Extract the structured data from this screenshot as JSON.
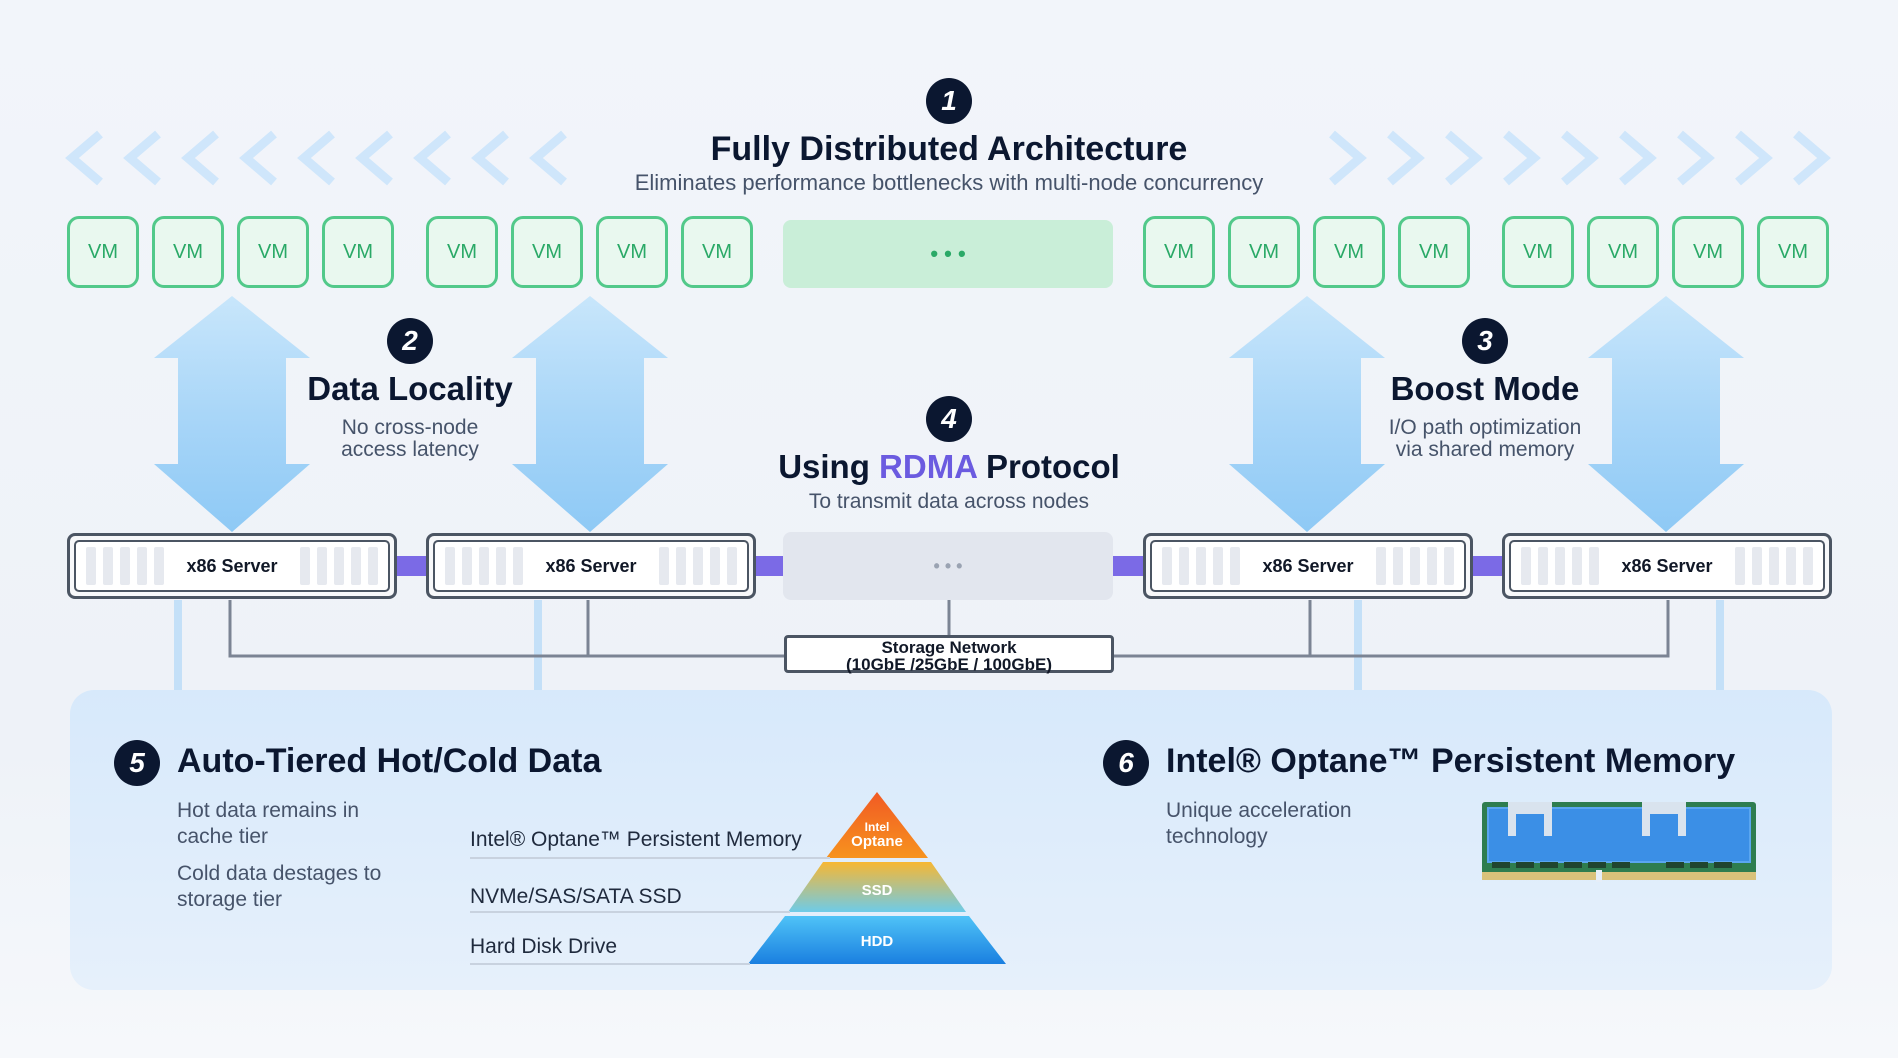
{
  "header": {
    "badge": "1",
    "title": "Fully Distributed Architecture",
    "subtitle": "Eliminates performance bottlenecks with multi-node concurrency"
  },
  "vm_label": "VM",
  "ellipsis": "• • •",
  "data_locality": {
    "badge": "2",
    "title": "Data Locality",
    "line1": "No cross-node",
    "line2": "access latency"
  },
  "boost_mode": {
    "badge": "3",
    "title": "Boost Mode",
    "line1": "I/O path optimization",
    "line2": "via shared memory"
  },
  "rdma": {
    "badge": "4",
    "title_pre": "Using ",
    "title_highlight": "RDMA",
    "title_post": " Protocol",
    "subtitle": "To transmit data across nodes"
  },
  "server_label": "x86 Server",
  "storage_network": {
    "line1": "Storage Network",
    "line2": "(10GbE /25GbE / 100GbE)"
  },
  "tiered": {
    "badge": "5",
    "title": "Auto-Tiered Hot/Cold Data",
    "hot1": "Hot data remains in",
    "hot2": "cache tier",
    "cold1": "Cold data destages to",
    "cold2": "storage tier",
    "tiers": [
      "Intel® Optane™ Persistent Memory",
      "NVMe/SAS/SATA SSD",
      "Hard Disk Drive"
    ],
    "pyramid_top1": "Intel",
    "pyramid_top2": "Optane",
    "pyramid_mid": "SSD",
    "pyramid_bot": "HDD"
  },
  "optane": {
    "badge": "6",
    "title": "Intel® Optane™ Persistent Memory",
    "line1": "Unique acceleration",
    "line2": "technology"
  },
  "colors": {
    "vm_green": "#52c98a",
    "arrow_blue": "#9fd0f7",
    "rdma_purple": "#6b5be0",
    "badge_dark": "#0b1730"
  }
}
